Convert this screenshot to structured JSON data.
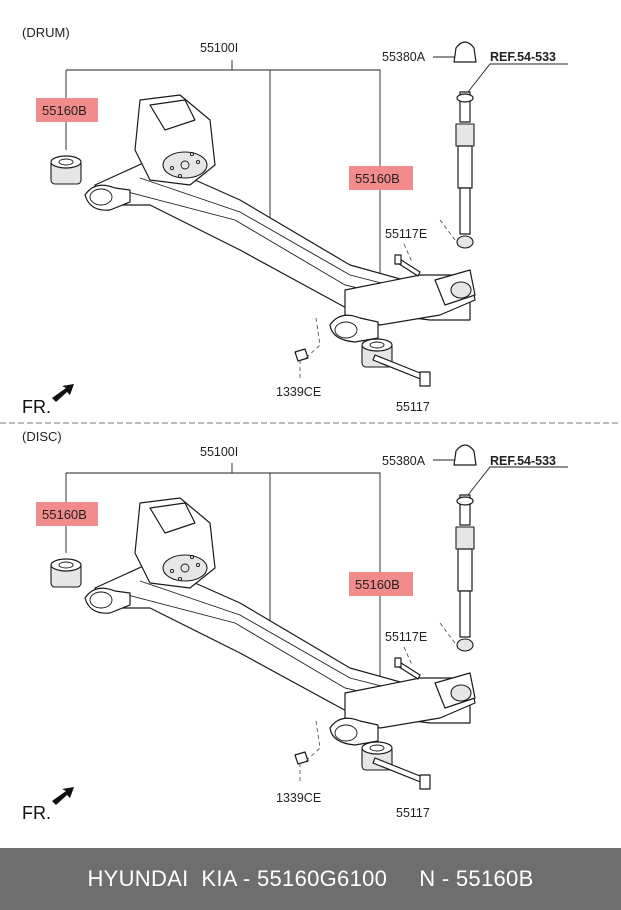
{
  "colors": {
    "highlight": "#f28b8b",
    "footer_bg": "#6e6e6e",
    "footer_text": "#ffffff"
  },
  "sections": [
    {
      "title": "(DRUM)",
      "labels": {
        "axle": "55100I",
        "bushing_left": "55160B",
        "bushing_right": "55160B",
        "bump_stopper": "55380A",
        "ref": "REF.54-533",
        "bolt_upper": "55117E",
        "nut": "1339CE",
        "bolt_lower": "55117"
      },
      "fr": "FR."
    },
    {
      "title": "(DISC)",
      "labels": {
        "axle": "55100I",
        "bushing_left": "55160B",
        "bushing_right": "55160B",
        "bump_stopper": "55380A",
        "ref": "REF.54-533",
        "bolt_upper": "55117E",
        "nut": "1339CE",
        "bolt_lower": "55117"
      },
      "fr": "FR."
    }
  ],
  "footer": {
    "text": "HYUNDAI  KIA - 55160G6100     N - 55160B"
  }
}
